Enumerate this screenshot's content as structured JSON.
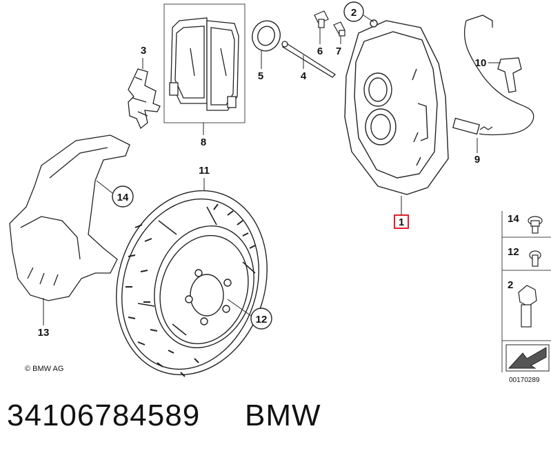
{
  "labels": {
    "part_1": "1",
    "part_2": "2",
    "part_3": "3",
    "part_4": "4",
    "part_5": "5",
    "part_6": "6",
    "part_7": "7",
    "part_8": "8",
    "part_9": "9",
    "part_10": "10",
    "part_11": "11",
    "part_12": "12",
    "part_13": "13",
    "part_14": "14",
    "legend_14": "14",
    "legend_12": "12",
    "legend_2": "2"
  },
  "highlight_color": "#e2202a",
  "copyright": "© BMW AG",
  "diagram_code": "00170289",
  "part_number": "34106784589",
  "brand": "BMW"
}
